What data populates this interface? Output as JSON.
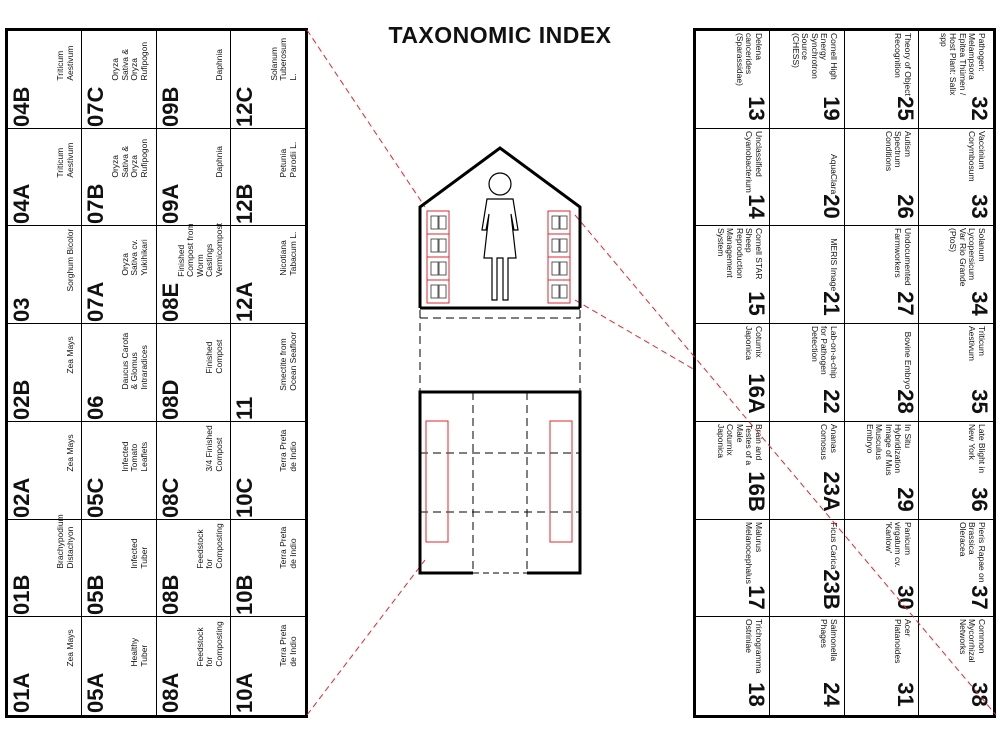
{
  "title": "TAXONOMIC INDEX",
  "colors": {
    "line": "#000000",
    "accent": "#e2272e"
  },
  "left_index": {
    "columns": [
      [
        {
          "id": "01A",
          "label": "Zea Mays"
        },
        {
          "id": "01B",
          "label": "Brachypodium Distachyon"
        },
        {
          "id": "02A",
          "label": "Zea Mays"
        },
        {
          "id": "02B",
          "label": "Zea Mays"
        },
        {
          "id": "03",
          "label": "Sorghum Bicolor"
        },
        {
          "id": "04A",
          "label": "Triticum Aestivum"
        },
        {
          "id": "04B",
          "label": "Triticum Aestivum"
        }
      ],
      [
        {
          "id": "05A",
          "label": "Healthy Tuber"
        },
        {
          "id": "05B",
          "label": "Infected Tuber"
        },
        {
          "id": "05C",
          "label": "Infected Tomato Leaflets"
        },
        {
          "id": "06",
          "label": "Daucus Carota & Glomus Intraradices"
        },
        {
          "id": "07A",
          "label": "Oryza Sativa cv. Yukihikari"
        },
        {
          "id": "07B",
          "label": "Oryza Sativa & Oryza Rufipogon"
        },
        {
          "id": "07C",
          "label": "Oryza Sativa & Oryza Rufipogon"
        }
      ],
      [
        {
          "id": "08A",
          "label": "Feedstock for Composting"
        },
        {
          "id": "08B",
          "label": "Feedstock for Composting"
        },
        {
          "id": "08C",
          "label": "3/4 Finished Compost"
        },
        {
          "id": "08D",
          "label": "Finished Compost"
        },
        {
          "id": "08E",
          "label": "Finished Compost from Worm Castings Vermicompost"
        },
        {
          "id": "09A",
          "label": "Daphnia"
        },
        {
          "id": "09B",
          "label": "Daphnia"
        }
      ],
      [
        {
          "id": "10A",
          "label": "Terra Preta de Indio"
        },
        {
          "id": "10B",
          "label": "Terra Preta de Indio"
        },
        {
          "id": "10C",
          "label": "Terra Preta de Indio"
        },
        {
          "id": "11",
          "label": "Smectite from Ocean Seafloor"
        },
        {
          "id": "12A",
          "label": "Nicotiana Tabacum L."
        },
        {
          "id": "12B",
          "label": "Petunia Parodii L."
        },
        {
          "id": "12C",
          "label": "Solanum Tuberosum L."
        }
      ]
    ]
  },
  "right_index": {
    "columns": [
      [
        {
          "id": "13",
          "label": "Delena cancerides (Sparassidae)"
        },
        {
          "id": "14",
          "label": "Unclassified Cyanobacterium"
        },
        {
          "id": "15",
          "label": "Cornell STAR Sheep Reproduction Management System"
        },
        {
          "id": "16A",
          "label": "Coturnix Japonica"
        },
        {
          "id": "16B",
          "label": "Brain and Testes of a Male Coturnix Japonica"
        },
        {
          "id": "17",
          "label": "Malurus Melanocephalus"
        },
        {
          "id": "18",
          "label": "Trichogramma Ostriniae"
        }
      ],
      [
        {
          "id": "19",
          "label": "Cornell High Energy Synchrotron Source (CHESS)"
        },
        {
          "id": "20",
          "label": "AquaClara"
        },
        {
          "id": "21",
          "label": "MERIS Image"
        },
        {
          "id": "22",
          "label": "Lab-on-a-chip for Pathogen Detection"
        },
        {
          "id": "23A",
          "label": "Ananas Comosus"
        },
        {
          "id": "23B",
          "label": "Ficus Carica"
        },
        {
          "id": "24",
          "label": "Salmonella Phages"
        }
      ],
      [
        {
          "id": "25",
          "label": "Theory of Object Recognition"
        },
        {
          "id": "26",
          "label": "Autism Spectrum Conditions"
        },
        {
          "id": "27",
          "label": "Undocumented Farmworkers"
        },
        {
          "id": "28",
          "label": "Bovine Embryo"
        },
        {
          "id": "29",
          "label": "In Situ Hybridization Image of Mus Musculus Embryo"
        },
        {
          "id": "30",
          "label": "Panicum virgatum cv. 'Kanlow'"
        },
        {
          "id": "31",
          "label": "Acer Platanoides"
        }
      ],
      [
        {
          "id": "32",
          "label": "Pathogen: Melampsora Epitea Thümen / Host Plant: Salix spp"
        },
        {
          "id": "33",
          "label": "Vaccinium Corymbosum"
        },
        {
          "id": "34",
          "label": "Solanum Lycopersicum Var Rio Grande (PtoS)"
        },
        {
          "id": "35",
          "label": "Triticum Aestivum"
        },
        {
          "id": "36",
          "label": "Late Blight in New York"
        },
        {
          "id": "37",
          "label": "Pieris Rapae on Brassica Oleracea"
        },
        {
          "id": "38",
          "label": "Common Mycorrhizal Networks"
        }
      ]
    ]
  },
  "diagram": {
    "figure": "person-icon",
    "shelving": "shelf-unit-outline"
  }
}
